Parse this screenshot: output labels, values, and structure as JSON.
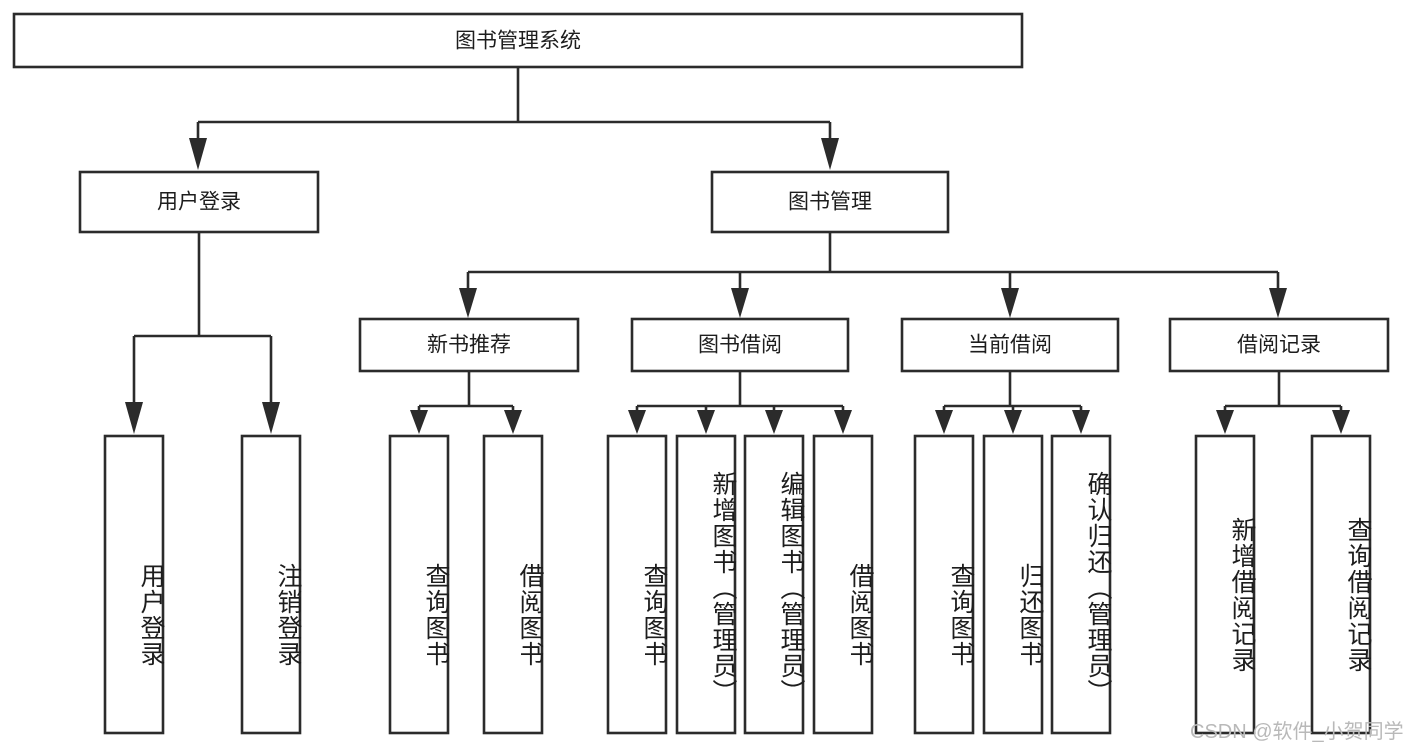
{
  "diagram": {
    "title": "图书管理系统",
    "type": "tree-hierarchy",
    "root": {
      "label": "图书管理系统",
      "id": "root"
    },
    "level1": [
      {
        "id": "user-login",
        "label": "用户登录"
      },
      {
        "id": "book-manage",
        "label": "图书管理"
      }
    ],
    "level2": [
      {
        "id": "new-book-recommend",
        "label": "新书推荐",
        "parent": "book-manage"
      },
      {
        "id": "book-borrow",
        "label": "图书借阅",
        "parent": "book-manage"
      },
      {
        "id": "current-borrow",
        "label": "当前借阅",
        "parent": "book-manage"
      },
      {
        "id": "borrow-record",
        "label": "借阅记录",
        "parent": "book-manage"
      }
    ],
    "leaves": {
      "user_login": [
        {
          "id": "leaf-user-login",
          "label": "用户登录"
        },
        {
          "id": "leaf-logout-login",
          "label": "注销登录"
        }
      ],
      "new_book_recommend": [
        {
          "id": "leaf-query-book-1",
          "label": "查询图书"
        },
        {
          "id": "leaf-borrow-book-1",
          "label": "借阅图书"
        }
      ],
      "book_borrow": [
        {
          "id": "leaf-query-book-2",
          "label": "查询图书"
        },
        {
          "id": "leaf-add-book",
          "label": "新增图书（管理员）"
        },
        {
          "id": "leaf-edit-book",
          "label": "编辑图书（管理员）"
        },
        {
          "id": "leaf-borrow-book-2",
          "label": "借阅图书"
        }
      ],
      "current_borrow": [
        {
          "id": "leaf-query-book-3",
          "label": "查询图书"
        },
        {
          "id": "leaf-return-book",
          "label": "归还图书"
        },
        {
          "id": "leaf-confirm-return",
          "label": "确认归还（管理员）"
        }
      ],
      "borrow_record": [
        {
          "id": "leaf-add-record",
          "label": "新增借阅记录"
        },
        {
          "id": "leaf-query-record",
          "label": "查询借阅记录"
        }
      ]
    },
    "colors": {
      "stroke": "#2b2b2b",
      "fill": "#ffffff",
      "text": "#1d1d1d",
      "watermark": "#b9b9b9"
    }
  },
  "watermark": {
    "text": "CSDN @软件_小贺同学"
  }
}
